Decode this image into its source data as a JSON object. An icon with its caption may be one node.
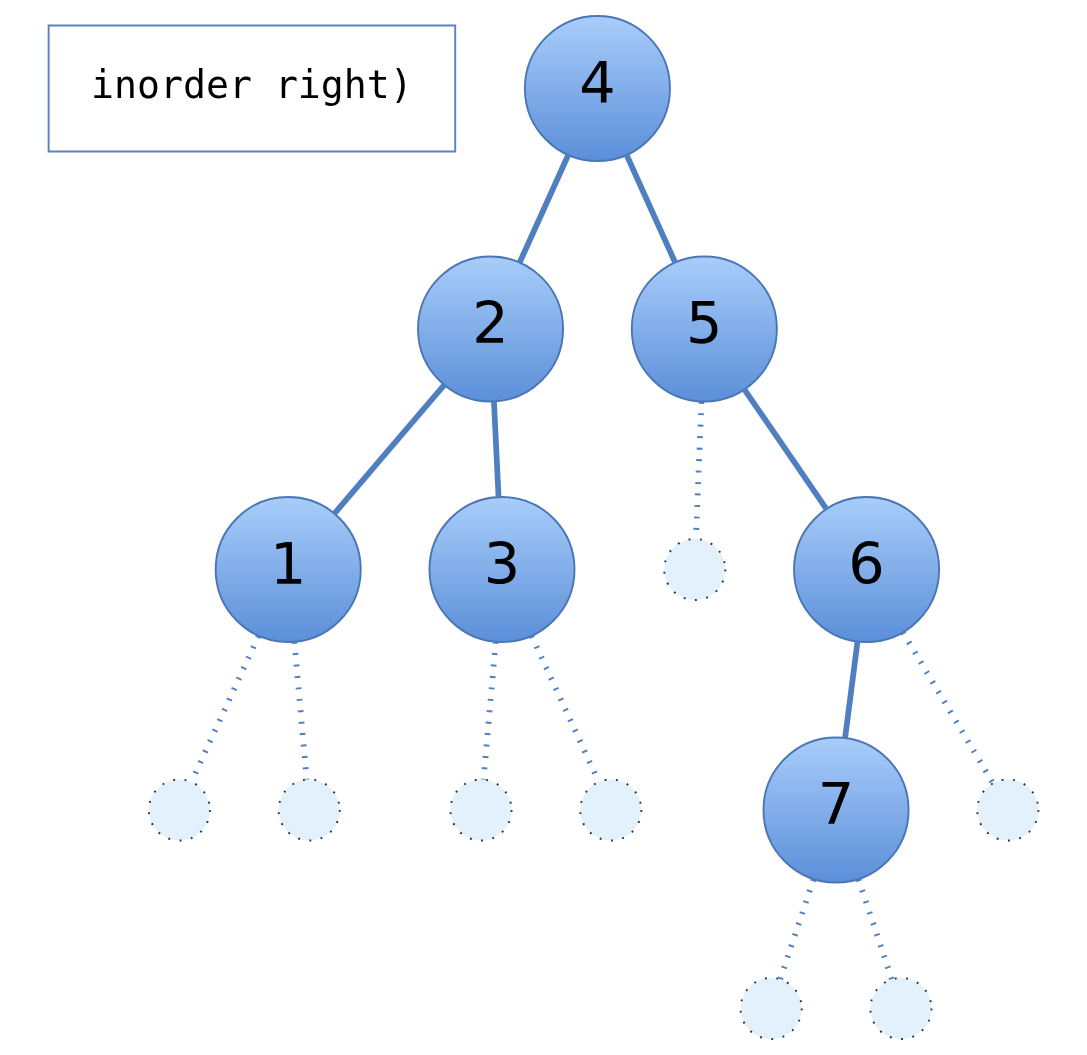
{
  "diagram": {
    "nodes": [
      {
        "text": [
          "inorder right)"
        ]
      },
      {
        "text": [
          "4"
        ]
      },
      {
        "text": [
          "2"
        ]
      },
      {
        "text": [
          "5"
        ]
      },
      {
        "text": [],
        "shape": "circle"
      },
      {
        "text": [
          "1"
        ]
      },
      {
        "text": [
          "3"
        ]
      },
      {
        "text": [
          "6"
        ]
      },
      {
        "text": [],
        "shape": "circle"
      },
      {
        "text": [],
        "shape": "circle"
      },
      {
        "text": [],
        "shape": "circle"
      },
      {
        "text": [],
        "shape": "circle"
      },
      {
        "text": [],
        "shape": "circle"
      },
      {
        "text": [
          "7"
        ]
      },
      {
        "text": [],
        "shape": "circle"
      },
      {
        "text": [],
        "shape": "circle"
      }
    ],
    "edges": [
      {
        "from": 1,
        "to": 2,
        "arrow": "none"
      },
      {
        "from": 1,
        "to": 3,
        "arrow": "none"
      },
      {
        "from": 2,
        "to": 5,
        "arrow": "none"
      },
      {
        "from": 2,
        "to": 6,
        "arrow": "none"
      },
      {
        "from": 3,
        "to": 4,
        "arrow": "none",
        "style": "dashed"
      },
      {
        "from": 3,
        "to": 7,
        "arrow": "none"
      },
      {
        "from": 5,
        "to": 8,
        "arrow": "none",
        "style": "dashed"
      },
      {
        "from": 5,
        "to": 9,
        "arrow": "none",
        "style": "dashed"
      },
      {
        "from": 6,
        "to": 10,
        "arrow": "none",
        "style": "dashed"
      },
      {
        "from": 6,
        "to": 11,
        "arrow": "none",
        "style": "dashed"
      },
      {
        "from": 7,
        "to": 13,
        "arrow": "none"
      },
      {
        "from": 7,
        "to": 12,
        "arrow": "none",
        "style": "dashed"
      },
      {
        "from": 13,
        "to": 14,
        "arrow": "none",
        "style": "dashed"
      },
      {
        "from": 13,
        "to": 15,
        "arrow": "none",
        "style": "dashed"
      }
    ]
  }
}
